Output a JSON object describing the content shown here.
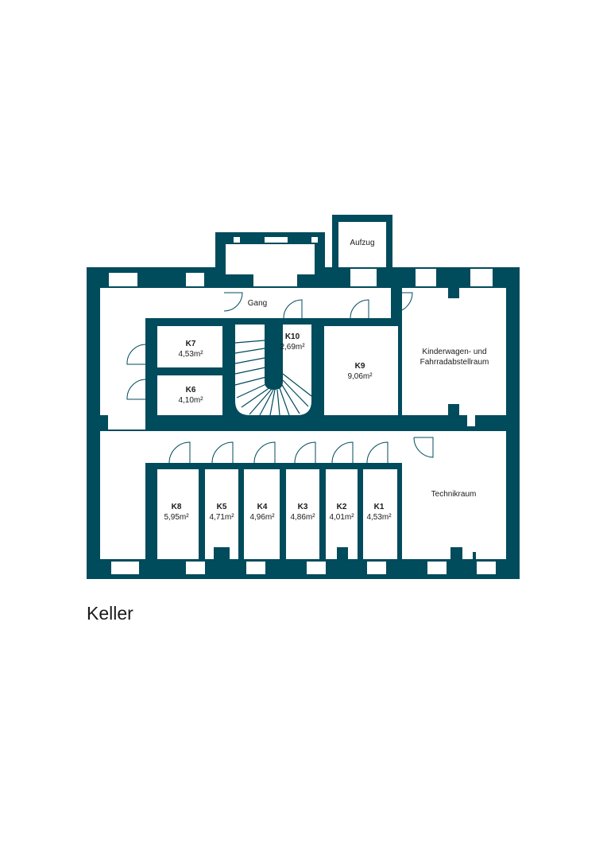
{
  "colors": {
    "wall": "#004b5c",
    "background": "#ffffff"
  },
  "floor_title": "Keller",
  "rooms": {
    "aufzug": "Aufzug",
    "gang": "Gang",
    "kinderwagen_1": "Kinderwagen- und",
    "kinderwagen_2": "Fahrradabstellraum",
    "technik": "Technikraum",
    "k7": {
      "name": "K7",
      "area": "4,53m²"
    },
    "k6": {
      "name": "K6",
      "area": "4,10m²"
    },
    "k10": {
      "name": "K10",
      "area": "2,69m²"
    },
    "k9": {
      "name": "K9",
      "area": "9,06m²"
    },
    "k8": {
      "name": "K8",
      "area": "5,95m²"
    },
    "k5": {
      "name": "K5",
      "area": "4,71m²"
    },
    "k4": {
      "name": "K4",
      "area": "4,96m²"
    },
    "k3": {
      "name": "K3",
      "area": "4,86m²"
    },
    "k2": {
      "name": "K2",
      "area": "4,01m²"
    },
    "k1": {
      "name": "K1",
      "area": "4,53m²"
    }
  }
}
